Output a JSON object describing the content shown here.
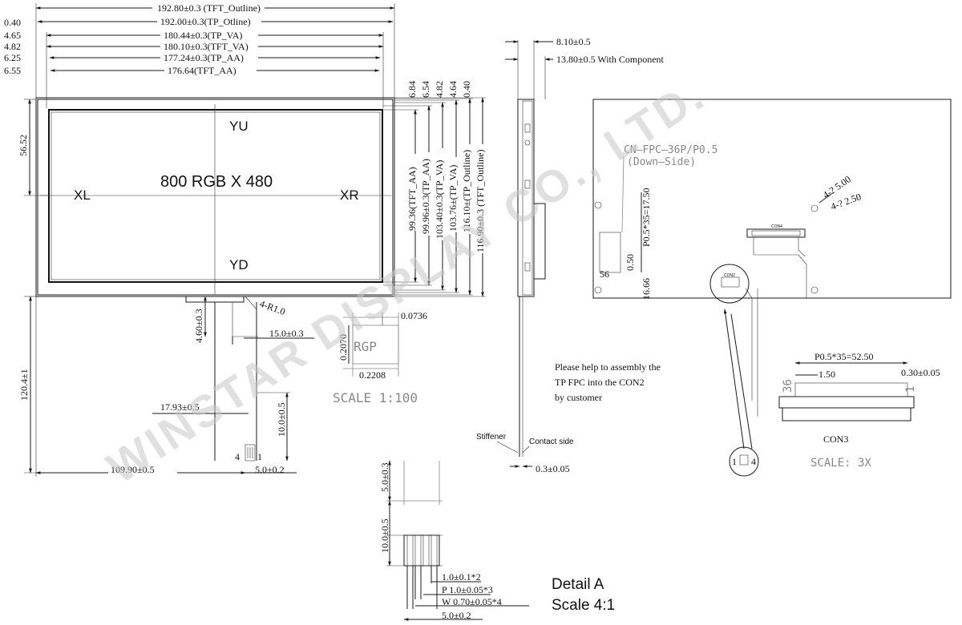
{
  "watermark": "WINSTAR DISPLAY CO., LTD.",
  "top_dims": [
    {
      "offset": "",
      "label": "192.80±0.3 (TFT_Outline)"
    },
    {
      "offset": "0.40",
      "label": "192.00±0.3(TP_Otline)"
    },
    {
      "offset": "4.65",
      "label": "180.44±0.3(TP_VA)"
    },
    {
      "offset": "4.82",
      "label": "180.10±0.3(TFT_VA)"
    },
    {
      "offset": "6.25",
      "label": "177.24±0.3(TP_AA)"
    },
    {
      "offset": "6.55",
      "label": "176.64(TFT_AA)"
    }
  ],
  "right_offsets": [
    "6.84",
    "6.54",
    "4.82",
    "4.64",
    "0.40"
  ],
  "right_dims": [
    "99.36(TFT_AA)",
    "99.96±0.3(TP_AA)",
    "103.40±0.3(TP_VA)",
    "103.76±(TP_VA)",
    "116.10±(TP_Outline)",
    "116.90±0.3 (TFT_Outline)"
  ],
  "left_dim": "56.52",
  "screen": {
    "resolution": "800 RGB X 480",
    "top": "YU",
    "bottom": "YD",
    "left": "XL",
    "right": "XR"
  },
  "fpc": {
    "radius": "4-R1.0",
    "height_4_60": "4.60±0.3",
    "width_15": "15.0±0.3",
    "total_len": "120.4±1",
    "len_17_93": "17.93±0.5",
    "len_10": "10.0±0.5",
    "bottom_width": "109.90±0.5",
    "pitch_5": "5.0±0.2",
    "pin_4": "4",
    "pin_1": "1"
  },
  "pixel": {
    "w_small": "0.0736",
    "h": "0.2070",
    "w": "0.2208",
    "letters": "RGP",
    "scale": "SCALE  1:100"
  },
  "side": {
    "thickness": "8.10±0.5",
    "with_component": "13.80±0.5 With Component",
    "stiffener": "Stiffener",
    "contact": "Contact side",
    "tail": "0.3±0.05"
  },
  "back": {
    "connector": "CN–FPC–36P/P0.5",
    "connector_side": "(Down–Side)",
    "hole1": "4-? 5.00",
    "hole2": "4-? 2.50",
    "pitch": "P0.5*35=17.50",
    "gap": "0.50",
    "offset": "16.66",
    "con4": "CON4",
    "con2": "CON2",
    "pin_56": "56",
    "note1": "Please help to assembly the",
    "note2": "TP FPC into the CON2",
    "note3": "by customer",
    "pin_1": "1",
    "pin_4": "4"
  },
  "con3": {
    "pitch": "P0.5*35=52.50",
    "w": "1.50",
    "t": "0.30±0.05",
    "pin_36": "36",
    "pin_1": "1",
    "title": "CON3",
    "scale": "SCALE: 3X"
  },
  "detail": {
    "len5": "5.0±0.3",
    "len10": "10.0±0.5",
    "d1": "1.0±0.1*2",
    "d2": "P  1.0±0.05*3",
    "d3": "W  0.70±0.05*4",
    "d4": "5.0±0.2",
    "title": "Detail A",
    "scale": "Scale 4:1"
  }
}
